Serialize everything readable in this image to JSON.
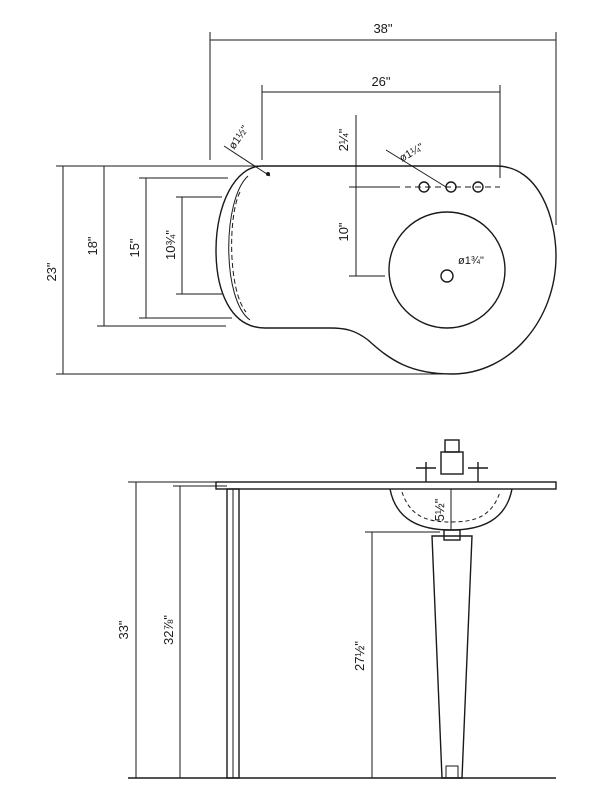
{
  "top_view": {
    "width_overall": "38\"",
    "width_inner": "26\"",
    "depth_overall": "23\"",
    "depth_18": "18\"",
    "depth_15": "15\"",
    "depth_10_3_4": "10¾\"",
    "faucet_offset": "2¼\"",
    "basin_offset": "10\"",
    "hole_left": "ø1½\"",
    "hole_faucet": "ø1¼\"",
    "hole_drain": "ø1¾\""
  },
  "side_view": {
    "height_overall": "33\"",
    "height_top": "32⅞\"",
    "bowl_depth": "5½\"",
    "pedestal_height": "27½\""
  }
}
